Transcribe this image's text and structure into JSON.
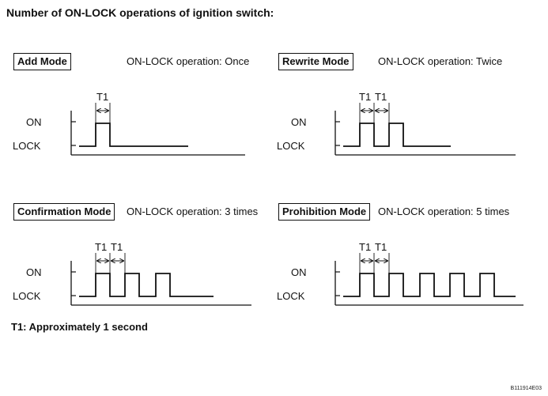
{
  "title": "Number of ON-LOCK operations of ignition switch:",
  "levels": {
    "on": "ON",
    "lock": "LOCK"
  },
  "interval_label": "T1",
  "modes": [
    {
      "name": "Add Mode",
      "operation": "ON-LOCK operation: Once",
      "pulses": 1,
      "t1_markers": 1
    },
    {
      "name": "Rewrite Mode",
      "operation": "ON-LOCK operation: Twice",
      "pulses": 2,
      "t1_markers": 2
    },
    {
      "name": "Confirmation Mode",
      "operation": "ON-LOCK operation: 3 times",
      "pulses": 3,
      "t1_markers": 2
    },
    {
      "name": "Prohibition Mode",
      "operation": "ON-LOCK operation: 5 times",
      "pulses": 5,
      "t1_markers": 2
    }
  ],
  "footnote": "T1: Approximately 1 second",
  "figure_code": "B111914E03"
}
